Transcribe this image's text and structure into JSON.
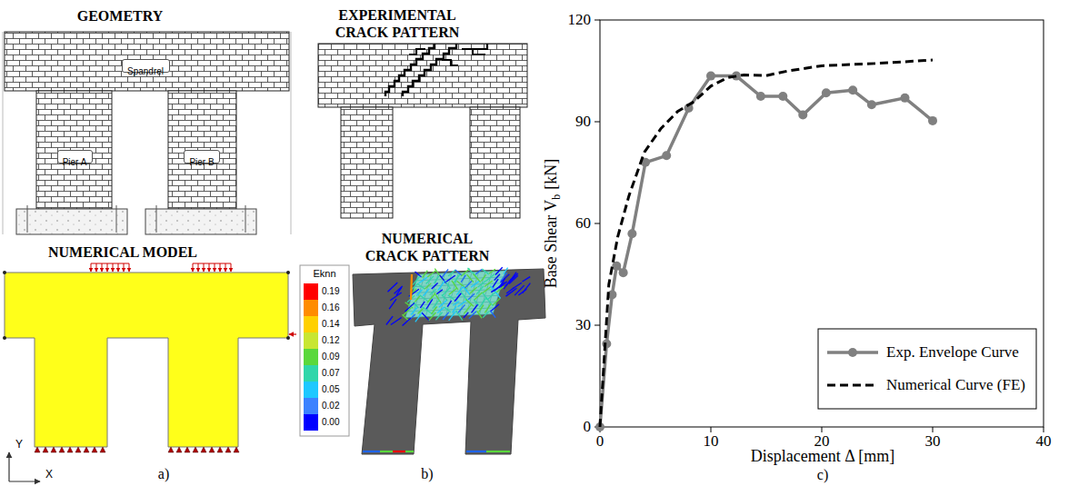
{
  "diagram": {
    "nodes": [
      {
        "text": [
          "Spandrel"
        ]
      },
      {
        "text": [
          "Pier A"
        ]
      },
      {
        "text": [
          "Pier B"
        ]
      }
    ],
    "labels": [
      "GEOMETRY",
      "EXPERIMENTAL CRACK PATTERN",
      "NUMERICAL MODEL",
      "NUMERICAL CRACK PATTERN",
      "Eknn",
      "0.19",
      "0.16",
      "0.14",
      "0.12",
      "0.09",
      "0.07",
      "0.05",
      "0.02",
      "0.00",
      "Y",
      "X",
      "a)",
      "b)",
      "c)",
      "Base Shear V",
      "b",
      "[kN]",
      "0",
      "30",
      "60",
      "90",
      "120",
      "0",
      "10",
      "20",
      "30",
      "40",
      "Displacement Δ [mm]"
    ],
    "legend": [
      {
        "text": "Exp. Envelope Curve"
      },
      {
        "text": "Numerical Curve (FE)"
      }
    ]
  }
}
